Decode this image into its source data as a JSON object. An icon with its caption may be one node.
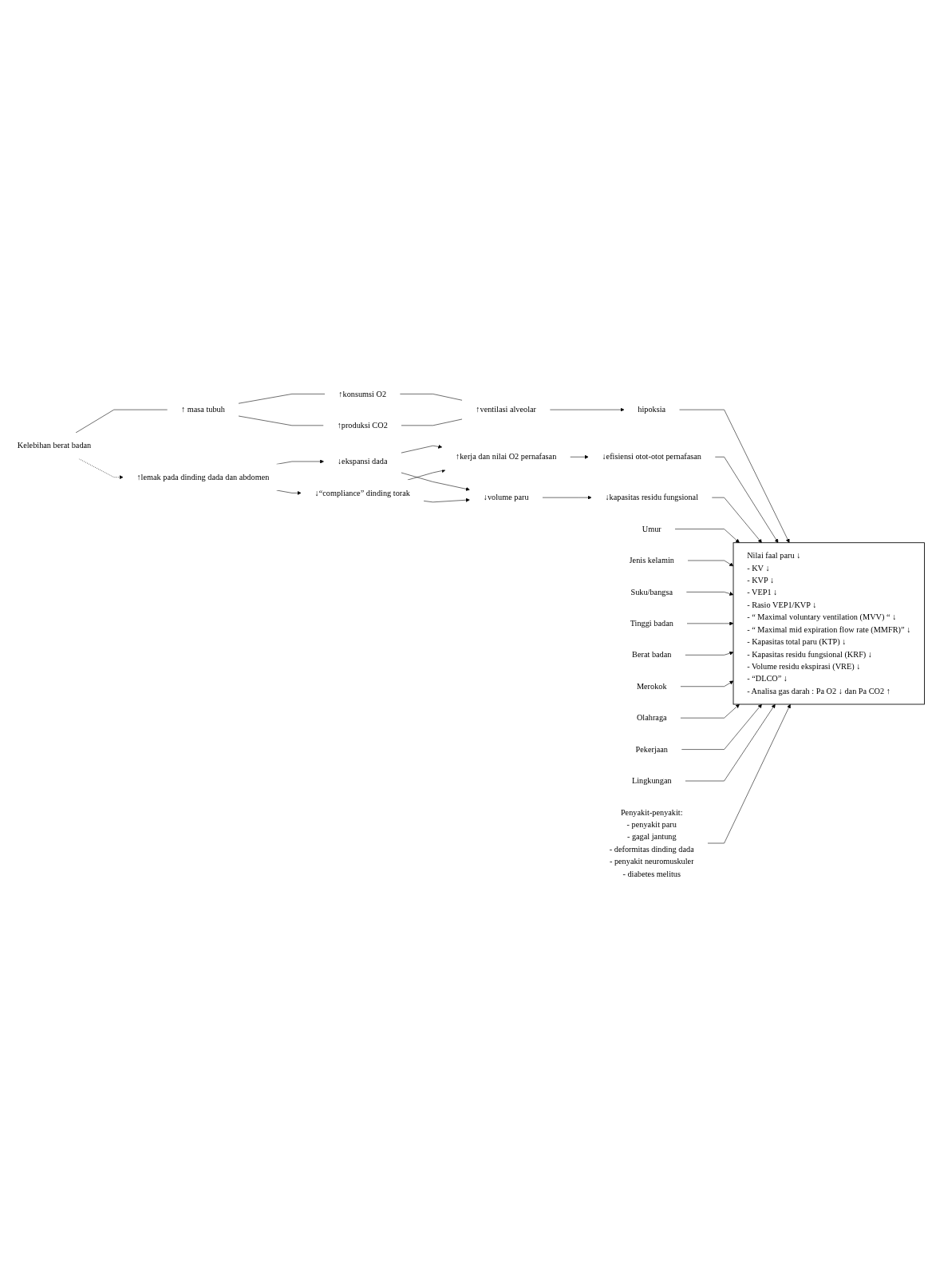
{
  "diagram": {
    "nodes": [
      {
        "text": [
          "Kelebihan berat badan"
        ]
      },
      {
        "text": [
          "↑lemak pada dinding dada dan abdomen"
        ]
      },
      {
        "text": [
          "↑ masa tubuh"
        ]
      },
      {
        "text": [
          "↓ekspansi dada"
        ]
      },
      {
        "text": [
          "↓“compliance” dinding torak"
        ]
      },
      {
        "text": [
          "↑konsumsi O2"
        ]
      },
      {
        "text": [
          "↑produksi CO2"
        ]
      },
      {
        "text": [
          "↑ventilasi alveolar"
        ]
      },
      {
        "text": [
          "↑kerja dan nilai O2 pernafasan"
        ]
      },
      {
        "text": [
          "↓volume paru"
        ]
      },
      {
        "text": [
          "hipoksia"
        ]
      },
      {
        "text": [
          "↓efisiensi otot-otot pernafasan"
        ]
      },
      {
        "text": [
          "↓kapasitas residu fungsional"
        ]
      },
      {
        "text": [
          "Nilai faal paru ↓",
          "- KV ↓",
          "- KVP ↓",
          "- VEP1 ↓",
          "- Rasio VEP1/KVP ↓",
          "- “ Maximal voluntary ventilation (MVV) “ ↓",
          "- “ Maximal mid expiration flow rate (MMFR)” ↓",
          "- Kapasitas total paru (KTP) ↓",
          "- Kapasitas residu fungsional (KRF) ↓",
          "- Volume residu ekspirasi (VRE) ↓",
          "- “DLCO” ↓",
          "- Analisa gas darah : Pa O2 ↓ dan Pa CO2 ↑"
        ]
      },
      {
        "text": [
          "Umur"
        ]
      },
      {
        "text": [
          "Jenis kelamin"
        ]
      },
      {
        "text": [
          "Suku/bangsa"
        ]
      },
      {
        "text": [
          "Tinggi badan"
        ]
      },
      {
        "text": [
          "Berat badan"
        ]
      },
      {
        "text": [
          "Merokok"
        ]
      },
      {
        "text": [
          "Olahraga"
        ]
      },
      {
        "text": [
          "Pekerjaan"
        ]
      },
      {
        "text": [
          "Lingkungan"
        ]
      },
      {
        "text": [
          "Penyakit-penyakit:",
          "- penyakit paru",
          "- gagal jantung",
          "- deformitas dinding dada",
          "- penyakit neuromuskuler",
          "- diabetes melitus"
        ]
      }
    ],
    "edges": [
      {
        "from": 0,
        "to": 1,
        "arrow": "to",
        "style": "dashed"
      },
      {
        "from": 0,
        "to": 2,
        "arrow": "none"
      },
      {
        "from": 1,
        "to": 3,
        "arrow": "to"
      },
      {
        "from": 1,
        "to": 4,
        "arrow": "to"
      },
      {
        "from": 2,
        "to": 5,
        "arrow": "none"
      },
      {
        "from": 2,
        "to": 6,
        "arrow": "none"
      },
      {
        "from": 5,
        "to": 7,
        "arrow": "none"
      },
      {
        "from": 6,
        "to": 7,
        "arrow": "none"
      },
      {
        "from": 3,
        "to": 8,
        "arrow": "to"
      },
      {
        "from": 3,
        "to": 9,
        "arrow": "to"
      },
      {
        "from": 4,
        "to": 8,
        "arrow": "to"
      },
      {
        "from": 4,
        "to": 9,
        "arrow": "to"
      },
      {
        "from": 7,
        "to": 10,
        "arrow": "to"
      },
      {
        "from": 8,
        "to": 11,
        "arrow": "to"
      },
      {
        "from": 9,
        "to": 12,
        "arrow": "to"
      },
      {
        "from": 10,
        "to": 13,
        "arrow": "to"
      },
      {
        "from": 11,
        "to": 13,
        "arrow": "to"
      },
      {
        "from": 12,
        "to": 13,
        "arrow": "to"
      },
      {
        "from": 14,
        "to": 13,
        "arrow": "to"
      },
      {
        "from": 15,
        "to": 13,
        "arrow": "to"
      },
      {
        "from": 16,
        "to": 13,
        "arrow": "to"
      },
      {
        "from": 17,
        "to": 13,
        "arrow": "to"
      },
      {
        "from": 18,
        "to": 13,
        "arrow": "to"
      },
      {
        "from": 19,
        "to": 13,
        "arrow": "to"
      },
      {
        "from": 20,
        "to": 13,
        "arrow": "to"
      },
      {
        "from": 21,
        "to": 13,
        "arrow": "to"
      },
      {
        "from": 22,
        "to": 13,
        "arrow": "to"
      },
      {
        "from": 23,
        "to": 13,
        "arrow": "to"
      }
    ]
  }
}
